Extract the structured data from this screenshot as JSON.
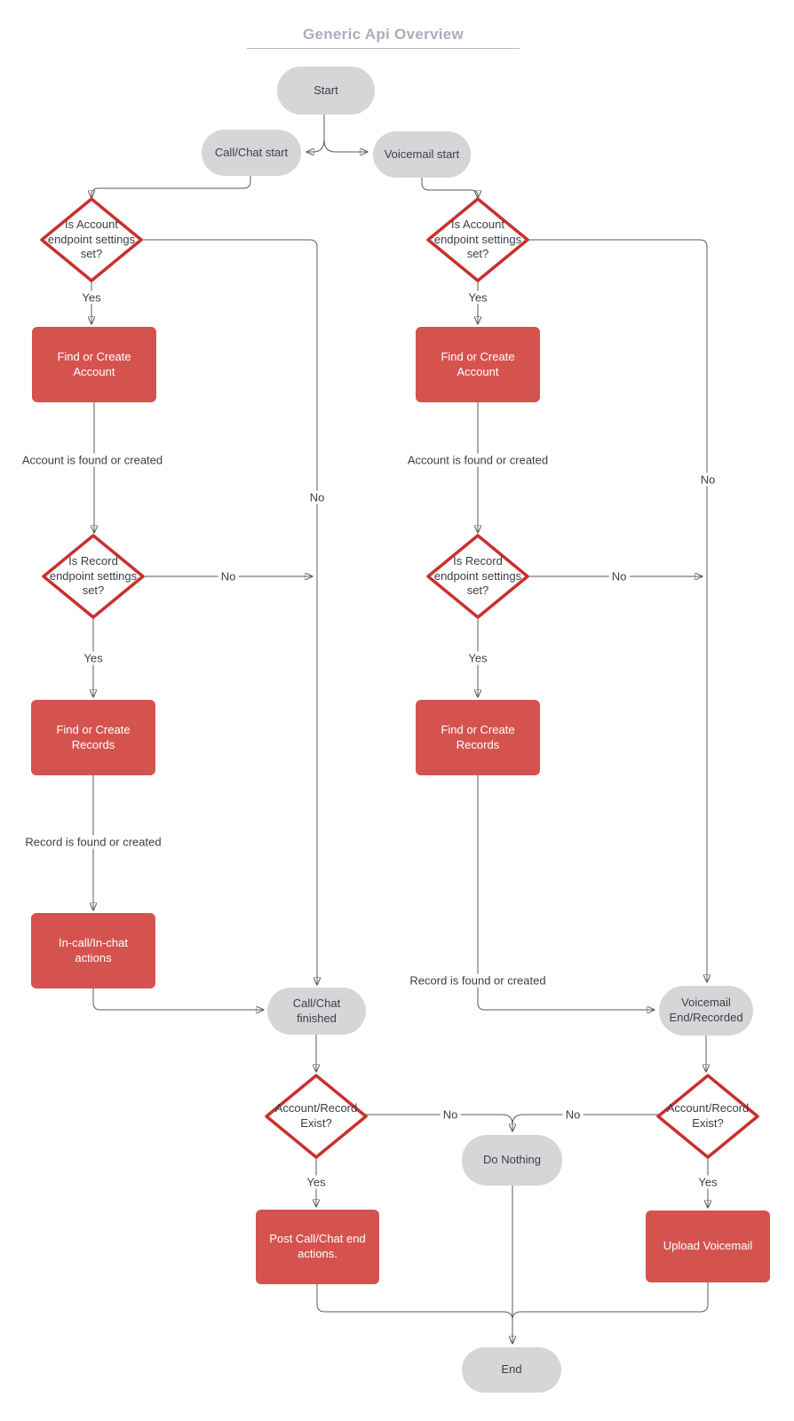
{
  "title": "Generic Api Overview",
  "colors": {
    "canvas": "#ffffff",
    "title_color": "#a9afba",
    "rule_color": "#b3b9c3",
    "terminal_fill": "#d6d6d8",
    "process_fill": "#d5534f",
    "process_text": "#ffffff",
    "decision_fill": "#ffffff",
    "decision_border": "#c9302c",
    "node_text": "#3a3f45",
    "line": "#5b5b5b",
    "arrow": "#333333"
  },
  "nodes": {
    "start": {
      "label": "Start"
    },
    "call_chat_start": {
      "label": "Call/Chat start"
    },
    "voicemail_start": {
      "label": "Voicemail start"
    },
    "l_account_check": {
      "label": "Is Account endpoint settings set?"
    },
    "r_account_check": {
      "label": "Is Account endpoint settings set?"
    },
    "l_find_account": {
      "label": "Find or Create Account"
    },
    "r_find_account": {
      "label": "Find or Create Account"
    },
    "l_record_check": {
      "label": "Is Record endpoint settings set?"
    },
    "r_record_check": {
      "label": "Is Record endpoint settings set?"
    },
    "l_find_records": {
      "label": "Find or Create Records"
    },
    "r_find_records": {
      "label": "Find or Create Records"
    },
    "incall_actions": {
      "label": "In-call/In-chat actions"
    },
    "call_chat_finished": {
      "label": "Call/Chat finished"
    },
    "voicemail_end": {
      "label": "Voicemail End/Recorded"
    },
    "l_exist_check": {
      "label": "Account/Record Exist?"
    },
    "r_exist_check": {
      "label": "Account/Record Exist?"
    },
    "do_nothing": {
      "label": "Do Nothing"
    },
    "post_actions": {
      "label": "Post Call/Chat end actions."
    },
    "upload_voicemail": {
      "label": "Upload Voicemail"
    },
    "end": {
      "label": "End"
    }
  },
  "edge_labels": {
    "yes": "Yes",
    "no": "No",
    "account_found": "Account is found or created",
    "record_found": "Record is found or created"
  }
}
